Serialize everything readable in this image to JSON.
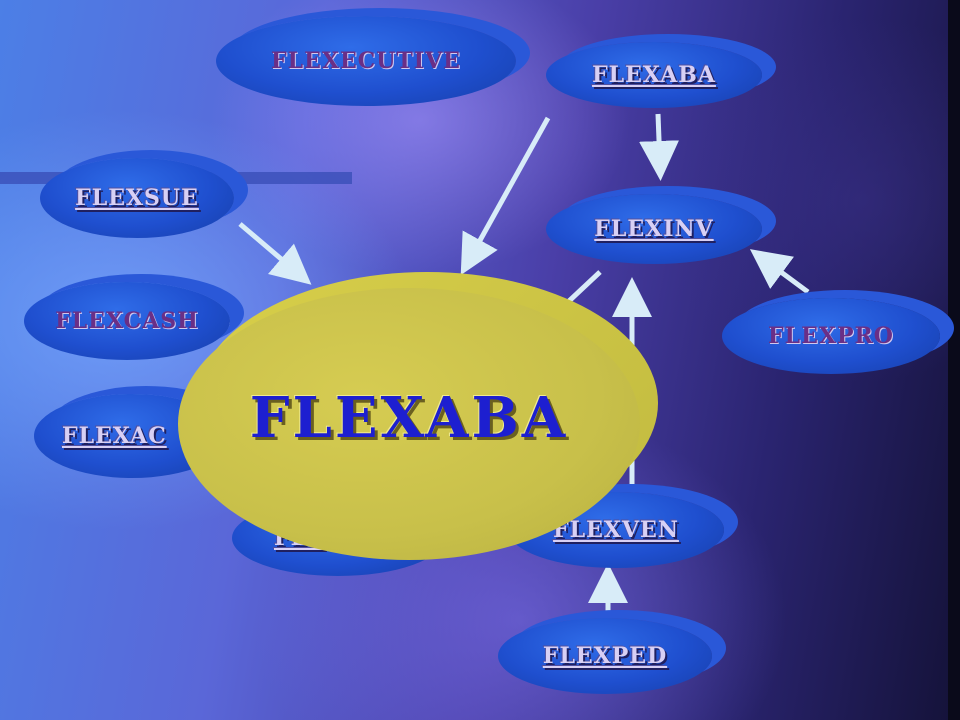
{
  "diagram": {
    "center": {
      "label": "FLEXABA"
    },
    "nodes": [
      {
        "id": "flexecutive",
        "label": "FLEXECUTIVE"
      },
      {
        "id": "flexaba",
        "label": "FLEXABA"
      },
      {
        "id": "flexsue",
        "label": "FLEXSUE"
      },
      {
        "id": "flexinv",
        "label": "FLEXINV"
      },
      {
        "id": "flexcash",
        "label": "FLEXCASH"
      },
      {
        "id": "flexpro",
        "label": "FLEXPRO"
      },
      {
        "id": "flexac",
        "label": "FLEXAC"
      },
      {
        "id": "flexven",
        "label": "FLEXVEN"
      },
      {
        "id": "flexped",
        "label": "FLEXPED"
      },
      {
        "id": "hidden-bottom",
        "label": "FLE"
      }
    ]
  },
  "colors": {
    "node_fill": "#1f4fcf",
    "center_fill": "#c8c04a",
    "center_text": "#1d1fd0",
    "arrow": "#d8ecf8"
  }
}
